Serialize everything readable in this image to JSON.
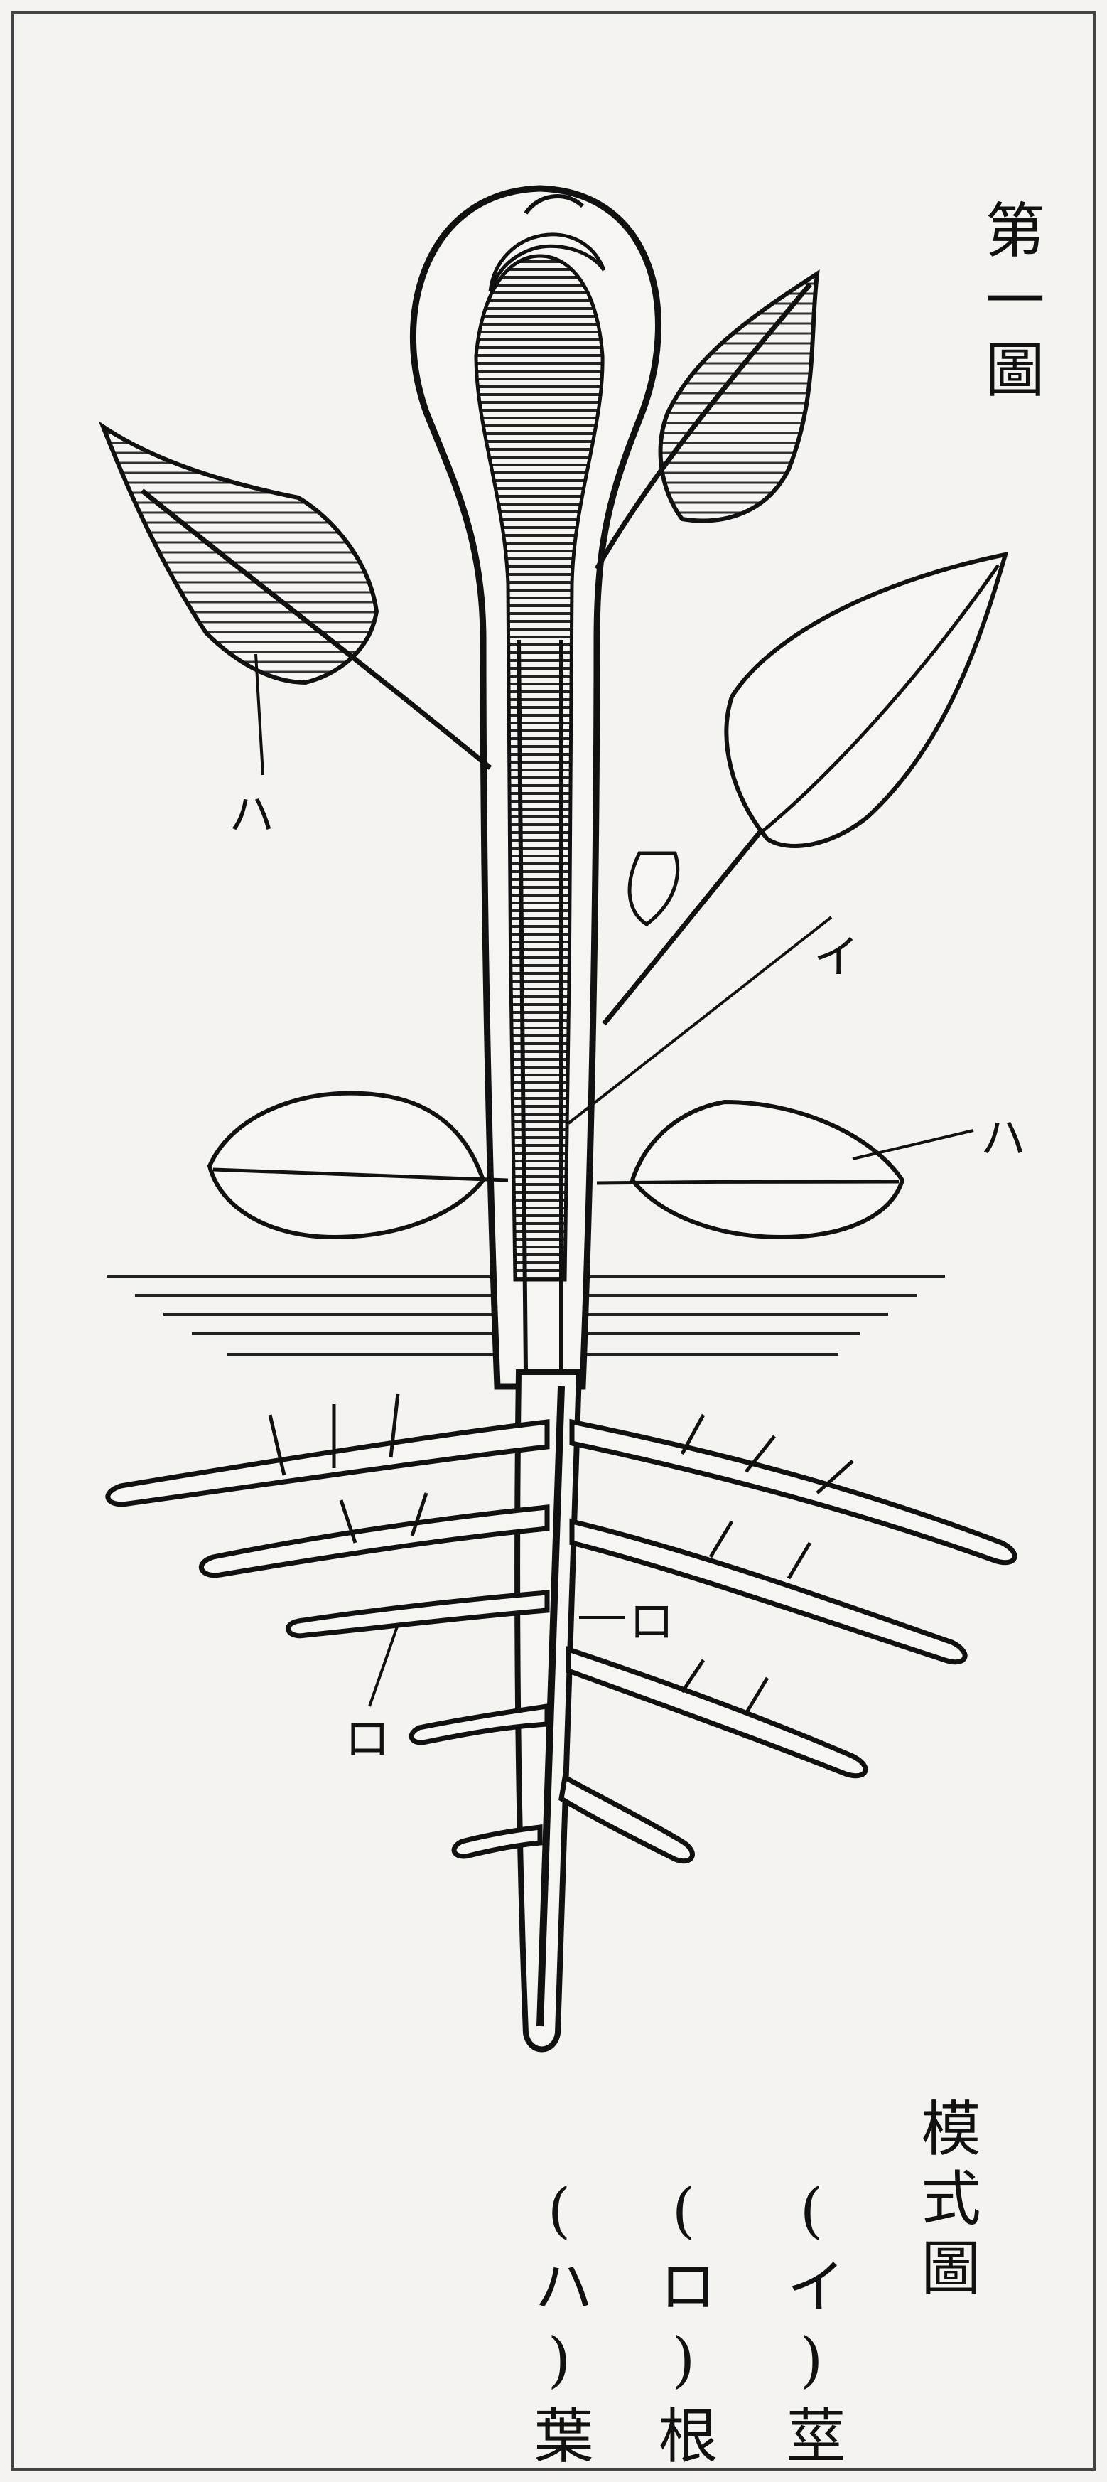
{
  "title": "第一圖",
  "caption": {
    "heading": "模式圖",
    "legend": [
      {
        "mark": "(イ)",
        "term": "莖"
      },
      {
        "mark": "(ロ)",
        "term": "根"
      },
      {
        "mark": "(ハ)",
        "term": "葉"
      }
    ]
  },
  "labels": {
    "stem": "イ",
    "root": "ロ",
    "leaf": "ハ"
  },
  "colors": {
    "ink": "#111111",
    "paper": "#f4f3ef"
  }
}
